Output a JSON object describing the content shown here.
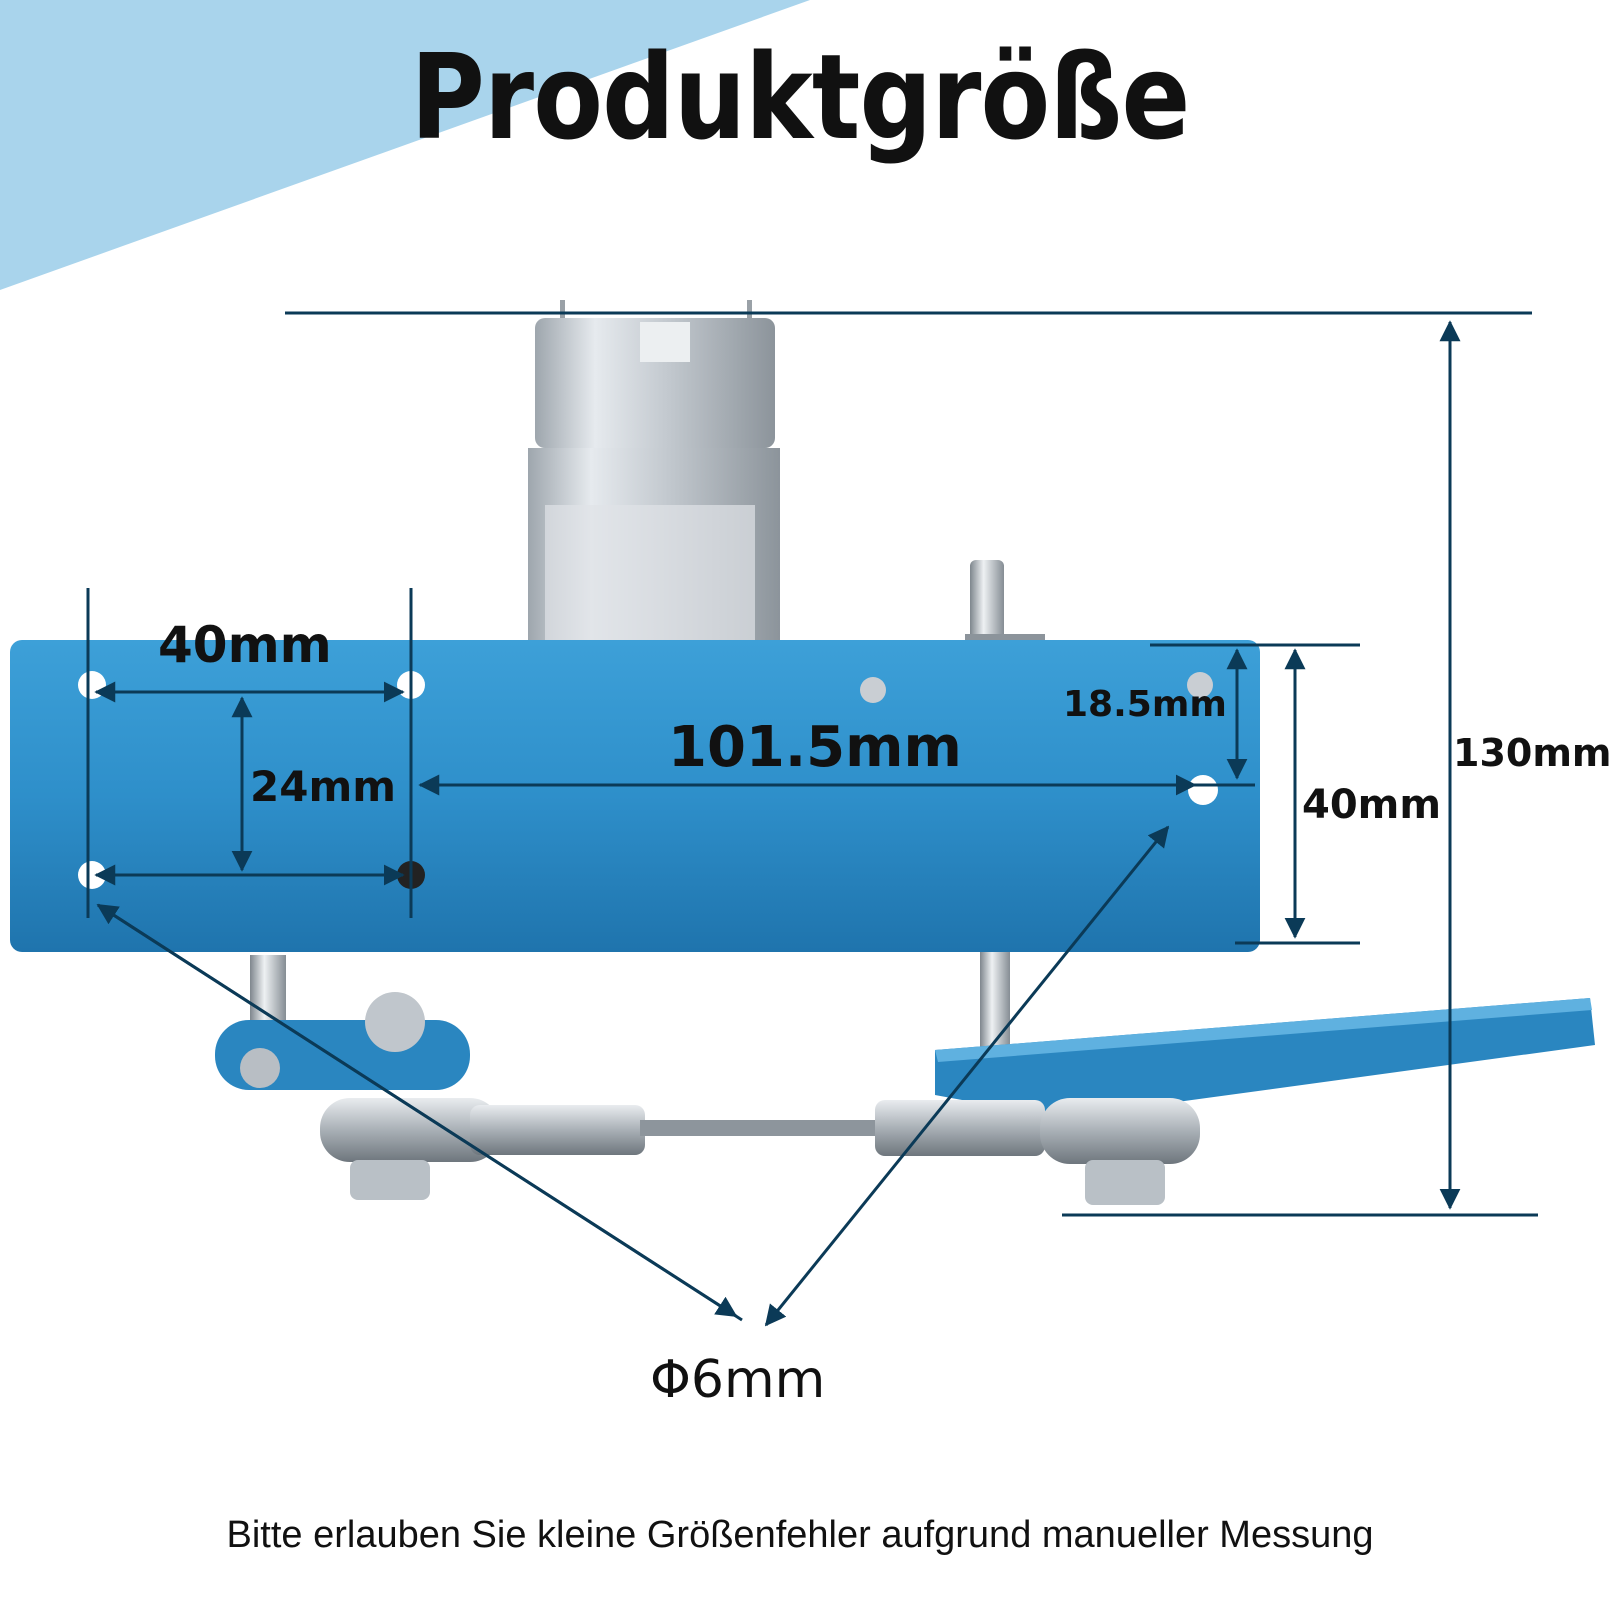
{
  "title": "Produktgröße",
  "dimensions": {
    "hole_spacing_horizontal": "40mm",
    "hole_spacing_vertical": "24mm",
    "shaft_to_hole": "101.5mm",
    "hole_to_top_edge": "18.5mm",
    "plate_height": "40mm",
    "total_height": "130mm",
    "hole_diameter": "Φ6mm"
  },
  "note": "Bitte erlauben Sie kleine Größenfehler aufgrund manueller Messung",
  "colors": {
    "accent_triangle": "#a9d4ec",
    "plate_blue": "#2f8fc9",
    "dimension_line": "#0b3a57"
  }
}
